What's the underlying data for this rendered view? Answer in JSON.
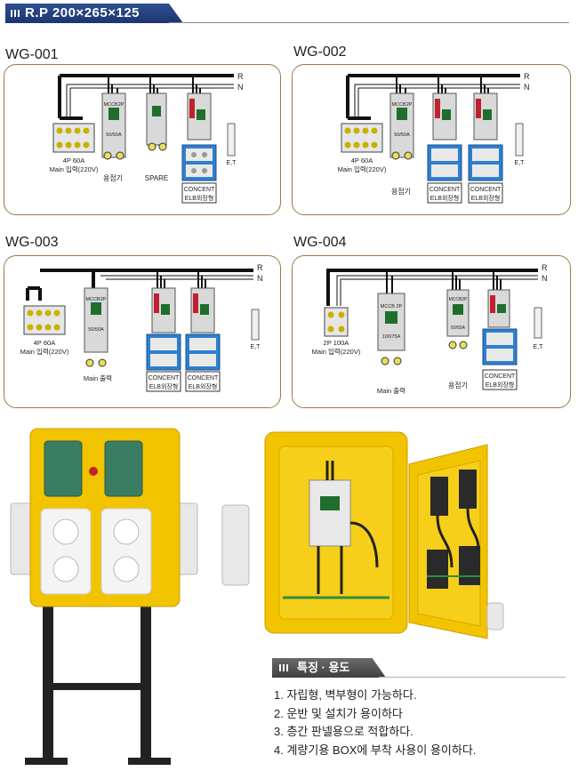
{
  "header": {
    "title": "R.P 200×265×125"
  },
  "panels": [
    {
      "id": "WG-001",
      "labels": {
        "r": "R",
        "n": "N",
        "main_spec": "4P 60A",
        "main_input": "Main 입력(220V)",
        "welder": "용접기",
        "spare": "SPARE",
        "concent": "CONCENT",
        "elb": "ELB외장형",
        "et": "E,T",
        "mccb": "MCCB2P",
        "mccb_rating": "50/50A"
      }
    },
    {
      "id": "WG-002",
      "labels": {
        "r": "R",
        "n": "N",
        "main_spec": "4P 60A",
        "main_input": "Main 입력(220V)",
        "welder": "용접기",
        "concent": "CONCENT",
        "elb": "ELB외장형",
        "concent2": "CONCENT",
        "elb2": "ELB외장형",
        "et": "E,T",
        "mccb": "MCCB2P",
        "mccb_rating": "50/50A"
      }
    },
    {
      "id": "WG-003",
      "labels": {
        "r": "R",
        "n": "N",
        "main_spec": "4P 60A",
        "main_input": "Main 입력(220V)",
        "main_output": "Main 출력",
        "concent": "CONCENT",
        "elb": "ELB외장형",
        "concent2": "CONCENT",
        "elb2": "ELB외장형",
        "et": "E,T",
        "mccb": "MCCB2P",
        "mccb_rating": "50/50A"
      }
    },
    {
      "id": "WG-004",
      "labels": {
        "r": "R",
        "n": "N",
        "main_spec": "2P 100A",
        "main_input": "Main 입력(220V)",
        "main_output": "Main 출력",
        "welder": "용접기",
        "concent": "CONCENT",
        "elb": "ELB외장형",
        "et": "E,T",
        "mccb": "MCCB 2P",
        "mccb_rating": "100/75A",
        "mccb2": "MCCB2P",
        "mccb2_rating": "50/50A"
      }
    }
  ],
  "features": {
    "heading": "특징 · 용도",
    "items": [
      "1. 자립형, 벽부형이 가능하다.",
      "2. 운반 및 설치가 용이하다",
      "3. 층간 판넬용으로 적합하다.",
      "4. 계량기용 BOX에 부착 사용이 용이하다."
    ]
  },
  "colors": {
    "accent": "#2f4f8f",
    "panel_border": "#9a7a44",
    "box_yellow": "#f2c400",
    "outlet_blue": "#2f7fd0"
  }
}
